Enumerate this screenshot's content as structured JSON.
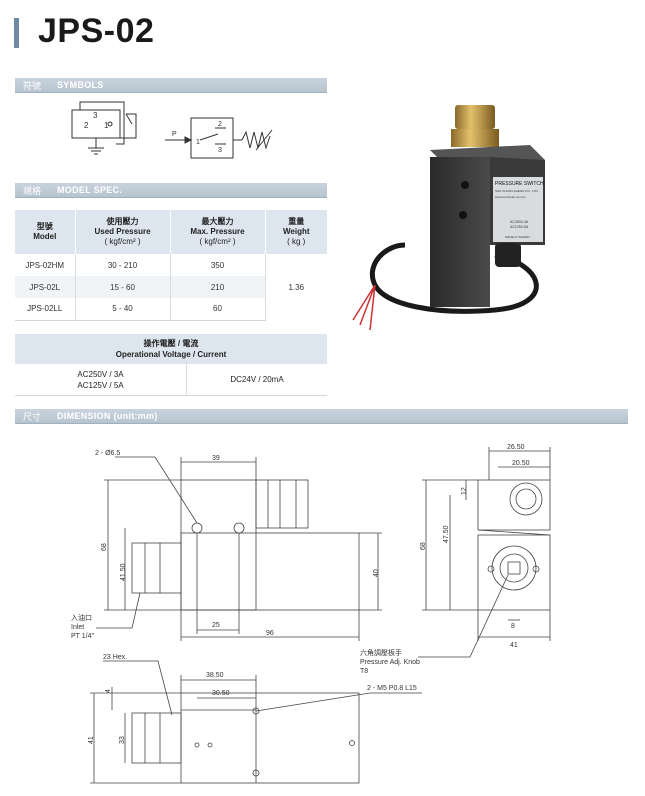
{
  "title": "JPS-02",
  "sections": {
    "symbols": {
      "zh": "符號",
      "en": "SYMBOLS"
    },
    "model_spec": {
      "zh": "規格",
      "en": "MODEL SPEC."
    },
    "dimension": {
      "zh": "尺寸",
      "en": "DIMENSION (unit:mm)"
    }
  },
  "symbols": {
    "pin_labels": [
      "2",
      "1",
      "3"
    ],
    "p_label": "P"
  },
  "spec_table": {
    "headers": {
      "model": {
        "zh": "型號",
        "en": "Model"
      },
      "used": {
        "zh": "使用壓力",
        "en": "Used Pressure",
        "unit": "( kgf/cm² )"
      },
      "max": {
        "zh": "最大壓力",
        "en": "Max. Pressure",
        "unit": "( kgf/cm² )"
      },
      "weight": {
        "zh": "重量",
        "en": "Weight",
        "unit": "( kg )"
      }
    },
    "rows": [
      {
        "model": "JPS-02HM",
        "used": "30 - 210",
        "max": "350"
      },
      {
        "model": "JPS-02L",
        "used": "15 - 60",
        "max": "210"
      },
      {
        "model": "JPS-02LL",
        "used": "5 - 40",
        "max": "60"
      }
    ],
    "weight": "1.36"
  },
  "voltage": {
    "header_zh": "操作電壓 / 電流",
    "header_en": "Operational Voltage / Current",
    "ac1": "AC250V / 3A",
    "ac2": "AC125V / 5A",
    "dc": "DC24V / 20mA"
  },
  "photo": {
    "label_title": "PRESSURE SWITCH",
    "label_maker": "SUN CHUAN SHENG CO., LTD.",
    "label_web": "www.sunchuan.com.tw",
    "label_ac": "AC250V-3A",
    "label_ac2": "AC125V-5A",
    "label_made": "MADE IN TAIWAN"
  },
  "dimension": {
    "front": {
      "hole": "2 - Ø6.5",
      "d39": "39",
      "d68": "68",
      "d41_50": "41.50",
      "d40": "40",
      "d25": "25",
      "d96": "96",
      "inlet_zh": "入油口",
      "inlet_en": "Inlet",
      "inlet_pt": "PT 1/4\""
    },
    "side": {
      "d26_50": "26.50",
      "d20_50": "20.50",
      "d12": "12",
      "d47_50": "47.50",
      "d68": "68",
      "d8": "8",
      "d41": "41",
      "knob_zh": "六角調壓板手",
      "knob_en": "Pressure Adj. Knob",
      "knob_t": "T8"
    },
    "top": {
      "hex": "23 Hex.",
      "d38_50": "38.50",
      "d30_50": "30.50",
      "d4": "4",
      "d41": "41",
      "d33": "33",
      "m5": "2 - M5 P0.8 L15"
    }
  }
}
